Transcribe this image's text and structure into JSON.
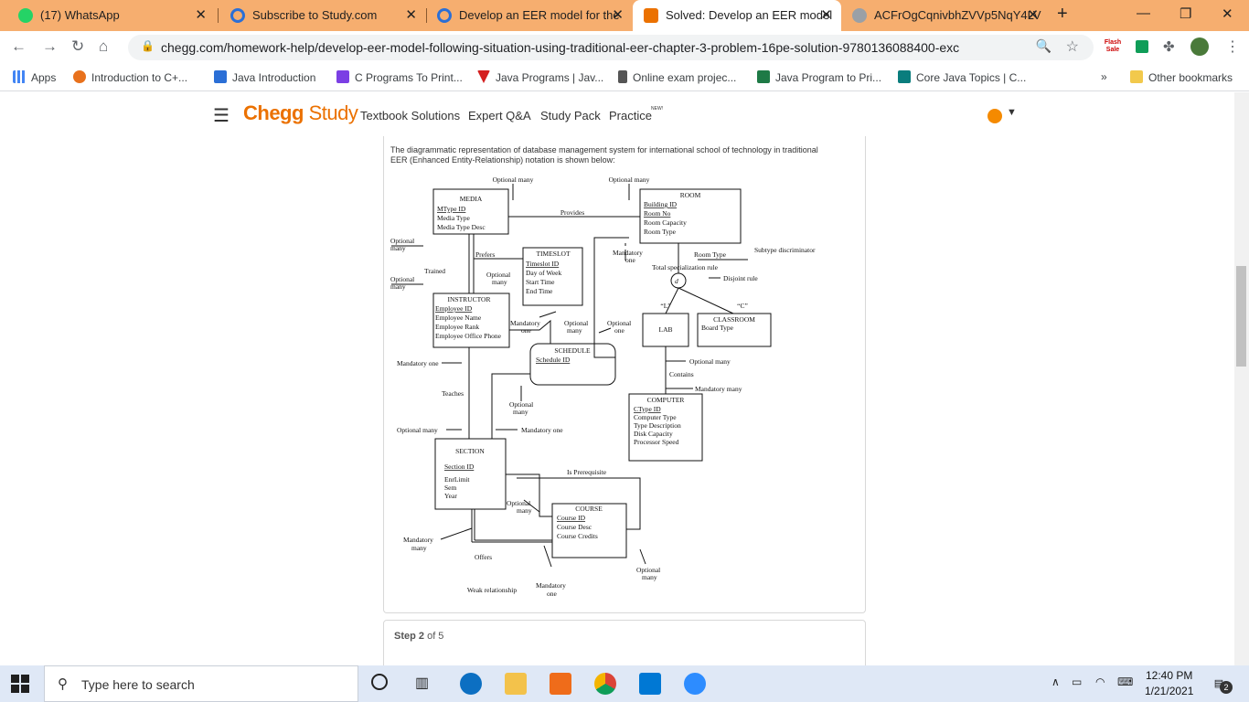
{
  "browser": {
    "tabs": [
      {
        "title": "(17) WhatsApp",
        "favicon_color": "#25d366"
      },
      {
        "title": "Subscribe to Study.com",
        "favicon_color": "#2b6fd6"
      },
      {
        "title": "Develop an EER model for the",
        "favicon_color": "#2b6fd6"
      },
      {
        "title": "Solved: Develop an EER model",
        "favicon_color": "#eb7100"
      },
      {
        "title": "ACFrOgCqnivbhZVVp5NqY4LV",
        "favicon_color": "#9aa0a6"
      }
    ],
    "url": "chegg.com/homework-help/develop-eer-model-following-situation-using-traditional-eer-chapter-3-problem-16pe-solution-9780136088400-exc",
    "bookmarks": [
      {
        "label": "Apps"
      },
      {
        "label": "Introduction to C+..."
      },
      {
        "label": "Java Introduction"
      },
      {
        "label": "C Programs To Print..."
      },
      {
        "label": "Java Programs | Jav..."
      },
      {
        "label": "Online exam projec..."
      },
      {
        "label": "Java Program to Pri..."
      },
      {
        "label": "Core Java Topics | C..."
      }
    ],
    "other_bookmarks": "Other bookmarks",
    "flash_sale": "Flash Sale"
  },
  "chegg": {
    "logo_main": "Chegg",
    "logo_study": "Study",
    "nav": [
      "Textbook Solutions",
      "Expert Q&A",
      "Study Pack",
      "Practice"
    ],
    "new_badge": "NEW!",
    "intro": "The diagrammatic representation of database management system for international school of technology in traditional EER (Enhanced Entity-Relationship) notation is shown below:",
    "step_label": "Step 2",
    "step_of": "of 5"
  },
  "diagram": {
    "media": {
      "title": "MEDIA",
      "attrs": [
        "MType ID",
        "Media Type",
        "Media Type Desc"
      ]
    },
    "room": {
      "title": "ROOM",
      "attrs": [
        "Building ID",
        "Room No",
        "Room Capacity",
        "Room Type"
      ]
    },
    "timeslot": {
      "title": "TIMESLOT",
      "attrs": [
        "Timeslot ID",
        "Day of Week",
        "Start Time",
        "End Time"
      ]
    },
    "instructor": {
      "title": "INSTRUCTOR",
      "attrs": [
        "Employee ID",
        "Employee Name",
        "Employee Rank",
        "Employee Office Phone"
      ]
    },
    "schedule": {
      "title": "SCHEDULE",
      "attrs": [
        "Schedule ID"
      ]
    },
    "lab": {
      "title": "LAB"
    },
    "classroom": {
      "title": "CLASSROOM",
      "attrs": [
        "Board Type"
      ]
    },
    "computer": {
      "title": "COMPUTER",
      "attrs": [
        "CType ID",
        "Computer Type",
        "Type Description",
        "Disk Capacity",
        "Processor Speed"
      ]
    },
    "section": {
      "title": "SECTION",
      "attrs": [
        "Section ID",
        "EnrLimit",
        "Sem",
        "Year"
      ]
    },
    "course": {
      "title": "COURSE",
      "attrs": [
        "Course ID",
        "Course Desc",
        "Course Credits"
      ]
    },
    "labels": {
      "optional_many": "Optional many",
      "optional": "Optional",
      "many": "many",
      "mandatory_one": "Mandatory one",
      "mandatory": "Mandatory",
      "one": "one",
      "provides": "Provides",
      "prefers": "Prefers",
      "trained": "Trained",
      "room_type": "Room Type",
      "subtype_discriminator": "Subtype discriminator",
      "total_specialization_rule": "Total specialization rule",
      "disjoint_rule": "Disjoint rule",
      "d": "d",
      "l_quote": "“L”",
      "c_quote": "“C”",
      "contains": "Contains",
      "mandatory_many": "Mandatory many",
      "teaches": "Teaches",
      "is_prerequisite": "Is Prerequisite",
      "offers": "Offers",
      "weak_relationship": "Weak relationship"
    }
  },
  "taskbar": {
    "search_placeholder": "Type here to search",
    "time": "12:40 PM",
    "date": "1/21/2021",
    "notifications": "2"
  }
}
